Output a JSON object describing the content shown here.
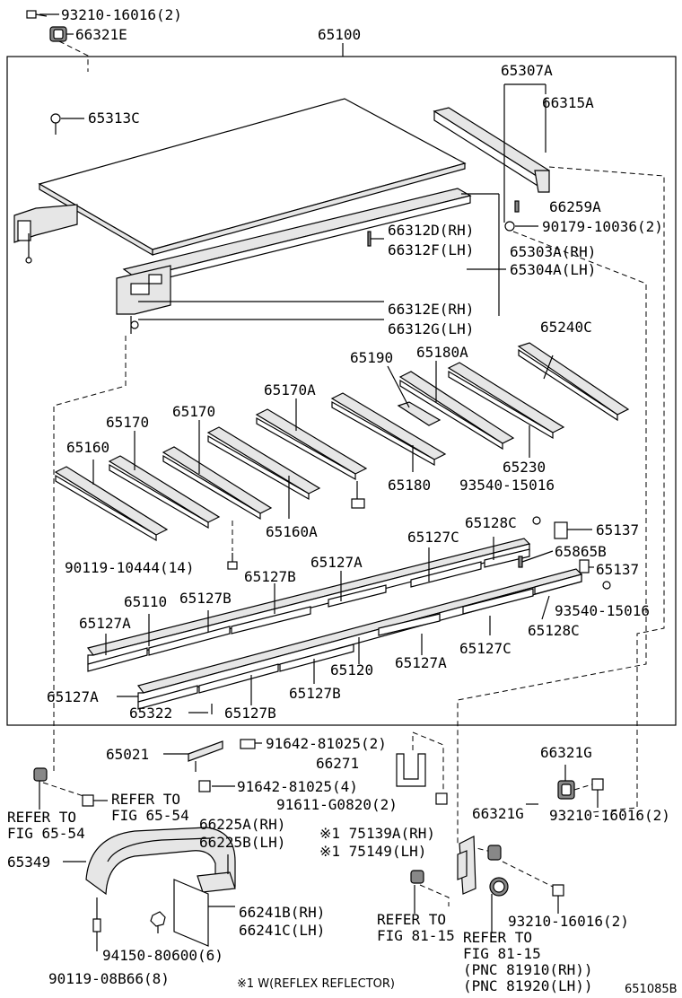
{
  "labels": {
    "bolt_93210_top": "93210-16016(2)",
    "p66321E": "66321E",
    "p65100": "65100",
    "p65307A": "65307A",
    "p66315A": "66315A",
    "p65313C": "65313C",
    "p66259A": "66259A",
    "p90179": "90179-10036(2)",
    "p66312D": "66312D(RH)",
    "p66312F": "66312F(LH)",
    "p65303A": "65303A(RH)",
    "p65304A": "65304A(LH)",
    "p66312E": "66312E(RH)",
    "p66312G": "66312G(LH)",
    "p65240C": "65240C",
    "p65190": "65190",
    "p65180A": "65180A",
    "p65170A": "65170A",
    "p65170_a": "65170",
    "p65170_b": "65170",
    "p65160": "65160",
    "p65180": "65180",
    "p65230": "65230",
    "p93540_a": "93540-15016",
    "p65160A": "65160A",
    "p65128C_a": "65128C",
    "p65137_a": "65137",
    "p65127C_a": "65127C",
    "p65865B": "65865B",
    "p90119_10444": "90119-10444(14)",
    "p65127A_a": "65127A",
    "p65127B_a": "65127B",
    "p65137_b": "65137",
    "p65110": "65110",
    "p65127B_b": "65127B",
    "p93540_b": "93540-15016",
    "p65127A_b": "65127A",
    "p65128C_b": "65128C",
    "p65127C_b": "65127C",
    "p65120": "65120",
    "p65127A_c": "65127A",
    "p65127A_d": "65127A",
    "p65127B_c": "65127B",
    "p65322": "65322",
    "p65127B_d": "65127B",
    "p65021": "65021",
    "p91642_a": "91642-81025(2)",
    "p66271": "66271",
    "p66321G_a": "66321G",
    "p91642_b": "91642-81025(4)",
    "p91611": "91611-G0820(2)",
    "refer_6554_a1": "REFER TO",
    "refer_6554_a2": "FIG 65-54",
    "refer_6554_b1": "REFER TO",
    "refer_6554_b2": "FIG 65-54",
    "p66321G_b": "66321G",
    "p93210_b": "93210-16016(2)",
    "p66225A": "66225A(RH)",
    "p66225B": "66225B(LH)",
    "p75139A": "※1 75139A(RH)",
    "p75149": "※1 75149(LH)",
    "p65349": "65349",
    "p66241B": "66241B(RH)",
    "p66241C": "66241C(LH)",
    "refer_8115_a1": "REFER TO",
    "refer_8115_a2": "FIG 81-15",
    "p93210_c": "93210-16016(2)",
    "refer_8115_b1": "REFER TO",
    "refer_8115_b2": "FIG 81-15",
    "pnc1": "(PNC 81910(RH))",
    "pnc2": "(PNC 81920(LH))",
    "p94150": "94150-80600(6)",
    "p90119_08B66": "90119-08B66(8)",
    "footnote": "※1   W(REFLEX REFLECTOR)",
    "code": "651085B"
  }
}
